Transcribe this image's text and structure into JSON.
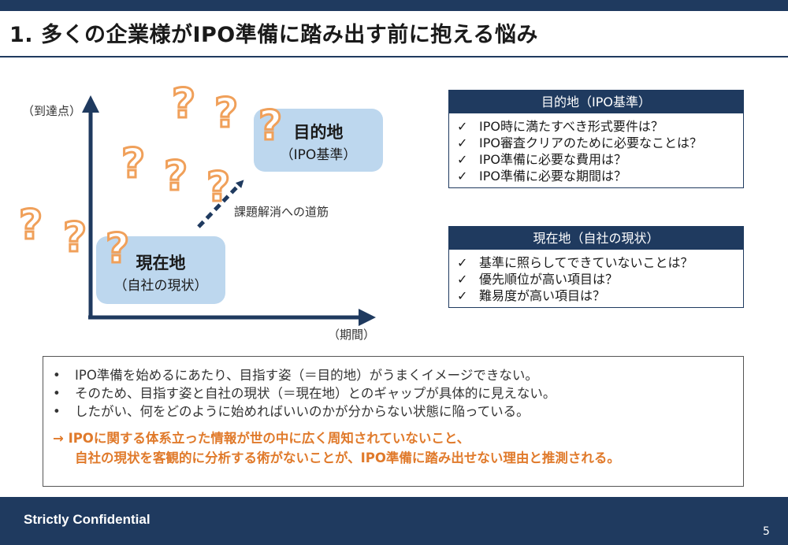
{
  "header": {
    "title": "1. 多くの企業様がIPO準備に踏み出す前に抱える悩み"
  },
  "diagram": {
    "y_axis_label": "（到達点）",
    "x_axis_label": "（期間）",
    "goal_title": "目的地",
    "goal_sub": "（IPO基準）",
    "current_title": "現在地",
    "current_sub": "（自社の現状）",
    "path_label": "課題解消への道筋",
    "question_mark": "?"
  },
  "panels": {
    "goal": {
      "title": "目的地（IPO基準）",
      "items": [
        "IPO時に満たすべき形式要件は？",
        "IPO審査クリアのために必要なことは？",
        "IPO準備に必要な費用は？",
        "IPO準備に必要な期間は？"
      ]
    },
    "current": {
      "title": "現在地（自社の現状）",
      "items": [
        "基準に照らしてできていないことは？",
        "優先順位が高い項目は？",
        "難易度が高い項目は？"
      ]
    }
  },
  "check_mark": "✓",
  "bullet_mark": "•",
  "summary": {
    "bullets": [
      "IPO準備を始めるにあたり、目指す姿（＝目的地）がうまくイメージできない。",
      "そのため、目指す姿と自社の現状（＝現在地）とのギャップが具体的に見えない。",
      "したがい、何をどのように始めればいいのかが分からない状態に陥っている。"
    ],
    "conclusion_line1": "→ IPOに関する体系立った情報が世の中に広く周知されていないこと、",
    "conclusion_line2": "自社の現状を客観的に分析する術がないことが、IPO準備に踏み出せない理由と推測される。"
  },
  "footer": {
    "confidential": "Strictly Confidential",
    "page": "5"
  },
  "colors": {
    "navy": "#1f3a5f",
    "box_fill": "#bdd7ee",
    "accent_orange": "#e07a2b",
    "question_stroke": "#f0a05a"
  }
}
